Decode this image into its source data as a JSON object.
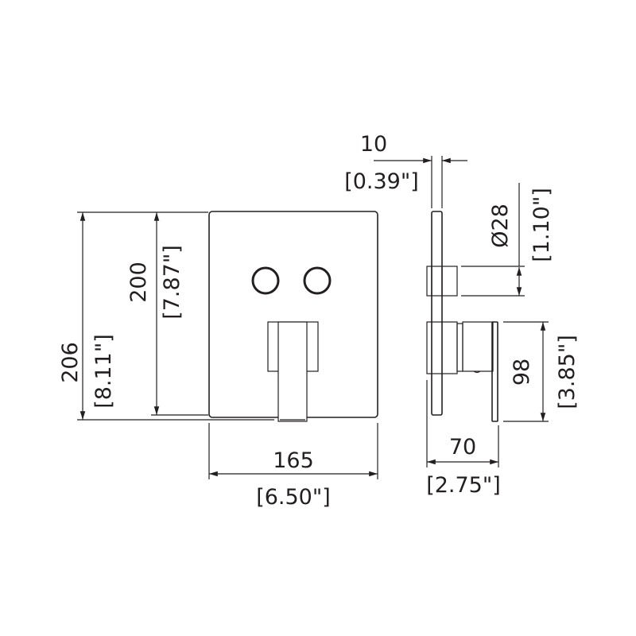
{
  "drawing": {
    "front_view": {
      "height_overall": {
        "mm": "206",
        "inch": "[8.11\"]"
      },
      "height_plate": {
        "mm": "200",
        "inch": "[7.87\"]"
      },
      "width": {
        "mm": "165",
        "inch": "[6.50\"]"
      }
    },
    "side_view": {
      "plate_thickness": {
        "mm": "10",
        "inch": "[0.39\"]"
      },
      "knob_diameter": {
        "mm": "Ø28",
        "inch": "[1.10\"]"
      },
      "lever_height": {
        "mm": "98",
        "inch": "[3.85\"]"
      },
      "depth": {
        "mm": "70",
        "inch": "[2.75\"]"
      }
    },
    "line_color": "#231f20"
  }
}
